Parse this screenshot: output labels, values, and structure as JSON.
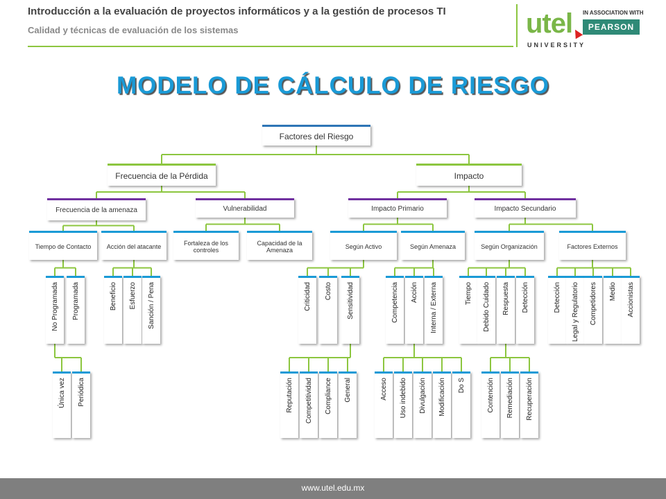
{
  "header": {
    "title": "Introducción a la evaluación de proyectos informáticos y a la gestión de procesos TI",
    "subtitle": "Calidad y técnicas de evaluación de los sistemas"
  },
  "logo": {
    "word": "utel",
    "university": "UNIVERSITY",
    "association": "IN ASSOCIATION WITH",
    "partner": "PEARSON"
  },
  "main_title": "MODELO DE CÁLCULO DE RIESGO",
  "diagram": {
    "root": "Factores del Riesgo",
    "level1": [
      "Frecuencia de la Pérdida",
      "Impacto"
    ],
    "level2": [
      "Frecuencia de la amenaza",
      "Vulnerabilidad",
      "Impacto Primario",
      "Impacto Secundario"
    ],
    "level3": [
      "Tiempo de Contacto",
      "Acción del atacante",
      "Fortaleza de los controles",
      "Capacidad de la Amenaza",
      "Según Activo",
      "Según Amenaza",
      "Según Organización",
      "Factores Externos"
    ],
    "level4": [
      "No Programada",
      "Programada",
      "Beneficio",
      "Esfuerzo",
      "Sanción / Pena",
      "Criticidad",
      "Costo",
      "Sensitividad",
      "Competencia",
      "Acción",
      "Interna / Externa",
      "Tiempo",
      "Debido Cuidado",
      "Respuesta",
      "Detección",
      "Detección",
      "Legal y Regulatorio",
      "Competidores",
      "Medio",
      "Accionistas"
    ],
    "level5": [
      "Única vez",
      "Periódica",
      "Reputación",
      "Competitividad",
      "Compliance",
      "General",
      "Acceso",
      "Uso indebido",
      "Divulgación",
      "Modificación",
      "Do S",
      "Contención",
      "Remediación",
      "Recuperación"
    ]
  },
  "colors": {
    "root": "#2e75b6",
    "level1": "#8cc63f",
    "level2": "#7030a0",
    "level3": "#1a9ad6",
    "level4": "#1a9ad6",
    "level5": "#1a9ad6",
    "connector": "#8cc63f",
    "title": "#1a9ad6"
  },
  "footer": {
    "url": "www.utel.edu.mx"
  }
}
